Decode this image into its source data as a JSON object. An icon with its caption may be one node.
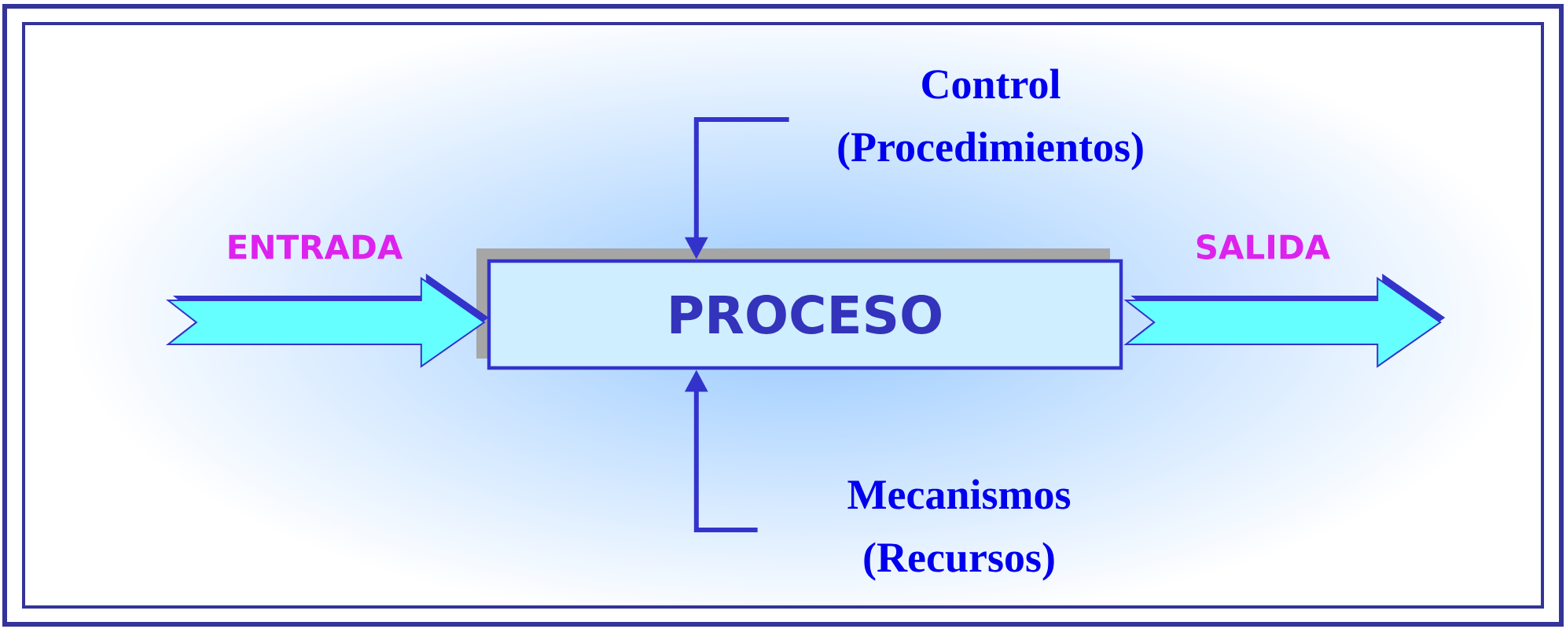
{
  "diagram": {
    "nodes": [
      {
        "text": [
          "PROCESO"
        ]
      },
      {
        "text": [
          "Control (Procedimientos)"
        ]
      },
      {
        "text": [
          "Mecanismos (Recursos)"
        ]
      }
    ],
    "edges": [
      {
        "from": 1,
        "to": 0,
        "arrow": "to"
      },
      {
        "from": 2,
        "to": 0,
        "arrow": "to"
      },
      {
        "from": null,
        "to": 0,
        "arrow": "to",
        "label": "ENTRADA",
        "style": "thick",
        "color": "#66ffff"
      },
      {
        "from": 0,
        "to": null,
        "arrow": "to",
        "label": "SALIDA",
        "style": "thick",
        "color": "#66ffff"
      }
    ]
  }
}
